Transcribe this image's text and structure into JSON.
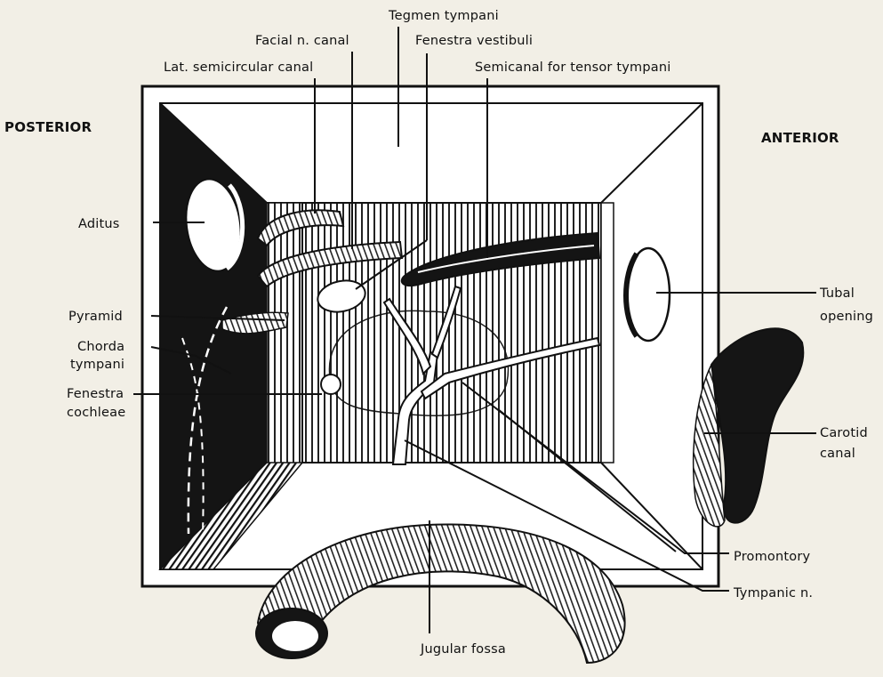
{
  "orientation": {
    "posterior": "POSTERIOR",
    "anterior": "ANTERIOR"
  },
  "labels": {
    "tegmen_tympani": "Tegmen tympani",
    "facial_canal": "Facial n. canal",
    "fenestra_vestibuli": "Fenestra vestibuli",
    "lat_semicircular": "Lat. semicircular canal",
    "semicanal_tensor": "Semicanal for tensor tympani",
    "aditus": "Aditus",
    "pyramid": "Pyramid",
    "chorda_1": "Chorda",
    "chorda_2": "tympani",
    "fenestra_cochleae_1": "Fenestra",
    "fenestra_cochleae_2": "cochleae",
    "tubal_1": "Tubal",
    "tubal_2": "opening",
    "carotid_1": "Carotid",
    "carotid_2": "canal",
    "promontory": "Promontory",
    "tympanic_n": "Tympanic n.",
    "jugular_fossa": "Jugular fossa"
  },
  "colors": {
    "ink": "#111111",
    "paper": "#f2efe6"
  }
}
